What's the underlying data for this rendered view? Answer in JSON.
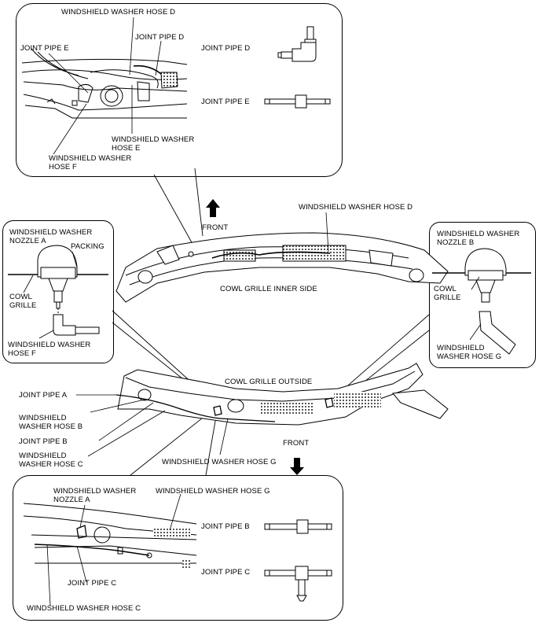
{
  "top_panel": {
    "hose_d": "WINDSHIELD WASHER HOSE D",
    "joint_pipe_e": "JOINT PIPE E",
    "joint_pipe_d": "JOINT PIPE D",
    "hose_e": "WINDSHIELD WASHER\nHOSE E",
    "hose_f": "WINDSHIELD WASHER\nHOSE F",
    "legend_d": "JOINT PIPE D",
    "legend_e": "JOINT PIPE E"
  },
  "center": {
    "front_top": "FRONT",
    "hose_d": "WINDSHIELD WASHER HOSE D",
    "inner_side": "COWL GRILLE INNER SIDE",
    "outside": "COWL GRILLE OUTSIDE",
    "joint_pipe_a": "JOINT PIPE A",
    "hose_b": "WINDSHIELD\nWASHER HOSE B",
    "joint_pipe_b": "JOINT PIPE B",
    "hose_c": "WINDSHIELD\nWASHER HOSE C",
    "hose_g": "WINDSHIELD WASHER HOSE G",
    "front_bottom": "FRONT"
  },
  "left_panel": {
    "nozzle_a": "WINDSHIELD WASHER\nNOZZLE A",
    "packing": "PACKING",
    "cowl": "COWL\nGRILLE",
    "hose_f": "WINDSHIELD WASHER\nHOSE F"
  },
  "right_panel": {
    "nozzle_b": "WINDSHIELD WASHER\nNOZZLE B",
    "cowl": "COWL\nGRILLE",
    "hose_g": "WINDSHIELD\nWASHER HOSE G"
  },
  "bottom_panel": {
    "nozzle_a": "WINDSHIELD WASHER\nNOZZLE A",
    "hose_g": "WINDSHIELD WASHER HOSE G",
    "joint_pipe_c": "JOINT PIPE C",
    "hose_c": "WINDSHIELD WASHER HOSE C",
    "legend_b": "JOINT PIPE B",
    "legend_c": "JOINT PIPE C"
  }
}
